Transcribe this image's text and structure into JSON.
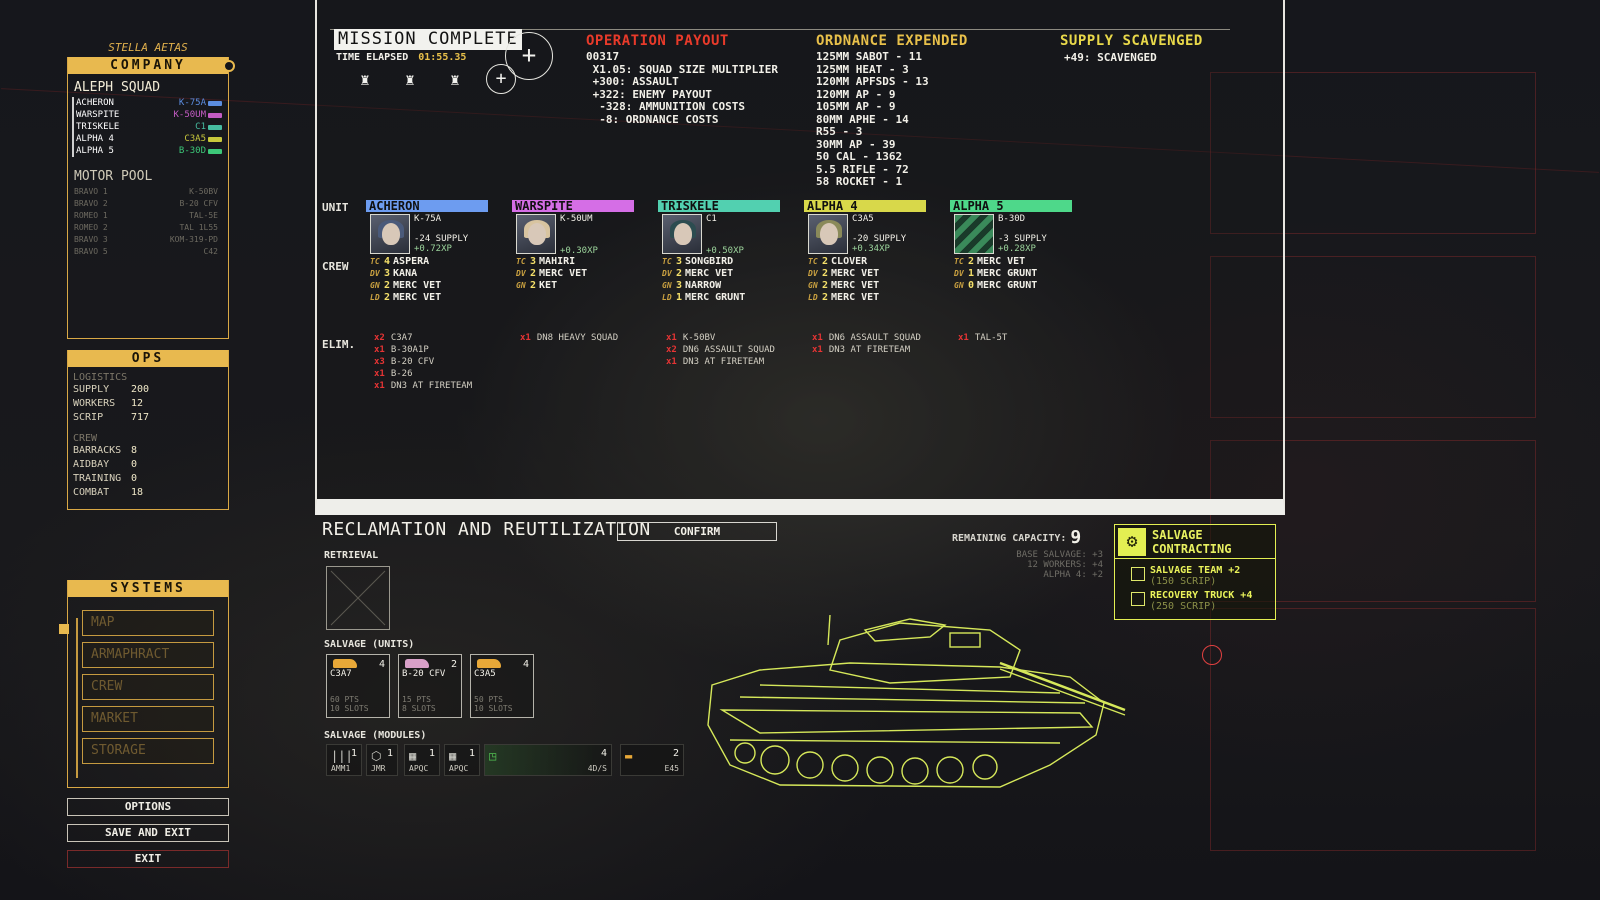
{
  "left": {
    "stella": "STELLA AETAS",
    "company": {
      "header": "COMPANY",
      "squad_title": "ALEPH SQUAD",
      "squad": [
        {
          "name": "ACHERON",
          "code": "K-75A",
          "color": "#5b8de0"
        },
        {
          "name": "WARSPITE",
          "code": "K-50UM",
          "color": "#c45cc4"
        },
        {
          "name": "TRISKELE",
          "code": "C1",
          "color": "#46bca0"
        },
        {
          "name": "ALPHA 4",
          "code": "C3A5",
          "color": "#c8c83c"
        },
        {
          "name": "ALPHA 5",
          "code": "B-30D",
          "color": "#3cc878"
        }
      ],
      "motor_pool_title": "MOTOR POOL",
      "motor_pool": [
        {
          "name": "BRAVO 1",
          "code": "K-50BV"
        },
        {
          "name": "BRAVO 2",
          "code": "B-20 CFV"
        },
        {
          "name": "ROMEO 1",
          "code": "TAL-5E"
        },
        {
          "name": "ROMEO 2",
          "code": "TAL 1L55"
        },
        {
          "name": "BRAVO 3",
          "code": "KOM-319-PD"
        },
        {
          "name": "BRAVO 5",
          "code": "C42"
        }
      ]
    },
    "ops": {
      "header": "OPS",
      "logistics_label": "LOGISTICS",
      "logistics": [
        {
          "k": "SUPPLY",
          "v": "200"
        },
        {
          "k": "WORKERS",
          "v": "12"
        },
        {
          "k": "SCRIP",
          "v": "717"
        }
      ],
      "crew_label": "CREW",
      "crew": [
        {
          "k": "BARRACKS",
          "v": "8"
        },
        {
          "k": "AIDBAY",
          "v": "0"
        },
        {
          "k": "TRAINING",
          "v": "0"
        },
        {
          "k": "COMBAT",
          "v": "18"
        }
      ]
    },
    "systems": {
      "header": "SYSTEMS",
      "buttons": [
        "MAP",
        "ARMAPHRACT",
        "CREW",
        "MARKET",
        "STORAGE"
      ]
    },
    "bottom": {
      "options": "OPTIONS",
      "save_exit": "SAVE AND EXIT",
      "exit": "EXIT"
    }
  },
  "mission": {
    "status": "MISSION COMPLETE",
    "time_label": "TIME ELAPSED",
    "time_value": "01:55.35",
    "payout_title": "OPERATION PAYOUT",
    "payout_lines": [
      "00317",
      " X1.05: SQUAD SIZE MULTIPLIER",
      " +300: ASSAULT",
      " +322: ENEMY PAYOUT",
      "  -328: AMMUNITION COSTS",
      "  -8: ORDNANCE COSTS"
    ],
    "ordnance_title": "ORDNANCE EXPENDED",
    "ordnance_lines": [
      "125MM SABOT - 11",
      "125MM HEAT - 3",
      "120MM APFSDS - 13",
      "120MM AP - 9",
      "105MM AP - 9",
      "80MM APHE - 14",
      "R55 - 3",
      "30MM AP - 39",
      "50 CAL - 1362",
      "5.5 RIFLE - 72",
      "58 ROCKET - 1"
    ],
    "scavenged_title": "SUPPLY SCAVENGED",
    "scavenged_line": "+49: SCAVENGED",
    "row_labels": {
      "unit": "UNIT",
      "crew": "CREW",
      "elim": "ELIM."
    },
    "units": [
      {
        "name": "ACHERON",
        "vehicle": "K-75A",
        "color": "#6d9cf0",
        "supply": "-24 SUPPLY",
        "xp": "+0.72XP",
        "hair": "#4a5a7a",
        "crew": [
          {
            "r": "TC",
            "n": "4",
            "name": "ASPERA"
          },
          {
            "r": "DV",
            "n": "3",
            "name": "KANA"
          },
          {
            "r": "GN",
            "n": "2",
            "name": "MERC VET"
          },
          {
            "r": "LD",
            "n": "2",
            "name": "MERC VET"
          }
        ],
        "elims": [
          {
            "n": "x2",
            "t": "C3A7"
          },
          {
            "n": "x1",
            "t": "B-30A1P"
          },
          {
            "n": "x3",
            "t": "B-20 CFV"
          },
          {
            "n": "x1",
            "t": "B-26"
          },
          {
            "n": "x1",
            "t": "DN3 AT FIRETEAM"
          }
        ]
      },
      {
        "name": "WARSPITE",
        "vehicle": "K-50UM",
        "color": "#d56ee6",
        "supply": "",
        "xp": "+0.30XP",
        "hair": "#d8c4a0",
        "crew": [
          {
            "r": "TC",
            "n": "3",
            "name": "MAHIRI"
          },
          {
            "r": "DV",
            "n": "2",
            "name": "MERC VET"
          },
          {
            "r": "GN",
            "n": "2",
            "name": "KET"
          }
        ],
        "elims": [
          {
            "n": "x1",
            "t": "DN8 HEAVY SQUAD"
          }
        ]
      },
      {
        "name": "TRISKELE",
        "vehicle": "C1",
        "color": "#52d0b0",
        "supply": "",
        "xp": "+0.50XP",
        "hair": "#2c4c50",
        "crew": [
          {
            "r": "TC",
            "n": "3",
            "name": "SONGBIRD"
          },
          {
            "r": "DV",
            "n": "2",
            "name": "MERC VET"
          },
          {
            "r": "GN",
            "n": "3",
            "name": "NARROW"
          },
          {
            "r": "LD",
            "n": "1",
            "name": "MERC GRUNT"
          }
        ],
        "elims": [
          {
            "n": "x1",
            "t": "K-50BV"
          },
          {
            "n": "x2",
            "t": "DN6 ASSAULT SQUAD"
          },
          {
            "n": "x1",
            "t": "DN3 AT FIRETEAM"
          }
        ]
      },
      {
        "name": "ALPHA 4",
        "vehicle": "C3A5",
        "color": "#d8d84a",
        "supply": "-20 SUPPLY",
        "xp": "+0.34XP",
        "hair": "#8a8a5a",
        "crew": [
          {
            "r": "TC",
            "n": "2",
            "name": "CLOVER"
          },
          {
            "r": "DV",
            "n": "2",
            "name": "MERC VET"
          },
          {
            "r": "GN",
            "n": "2",
            "name": "MERC VET"
          },
          {
            "r": "LD",
            "n": "2",
            "name": "MERC VET"
          }
        ],
        "elims": [
          {
            "n": "x1",
            "t": "DN6 ASSAULT SQUAD"
          },
          {
            "n": "x1",
            "t": "DN3 AT FIRETEAM"
          }
        ]
      },
      {
        "name": "ALPHA 5",
        "vehicle": "B-30D",
        "color": "#4ed88a",
        "supply": "-3 SUPPLY",
        "xp": "+0.28XP",
        "hair": "",
        "crew": [
          {
            "r": "TC",
            "n": "2",
            "name": "MERC VET"
          },
          {
            "r": "DV",
            "n": "1",
            "name": "MERC GRUNT"
          },
          {
            "r": "GN",
            "n": "0",
            "name": "MERC GRUNT"
          }
        ],
        "elims": [
          {
            "n": "x1",
            "t": "TAL-5T"
          }
        ]
      }
    ]
  },
  "reclamation": {
    "title": "RECLAMATION AND REUTILIZATION",
    "confirm": "CONFIRM",
    "retrieval": "RETRIEVAL",
    "salvage_units_label": "SALVAGE (UNITS)",
    "salvage_units": [
      {
        "name": "C3A7",
        "count": "4",
        "pts": "60 PTS",
        "slots": "10 SLOTS",
        "color": "#e8a838"
      },
      {
        "name": "B-20 CFV",
        "count": "2",
        "pts": "15 PTS",
        "slots": "8 SLOTS",
        "color": "#d8a0c8"
      },
      {
        "name": "C3A5",
        "count": "4",
        "pts": "50 PTS",
        "slots": "10 SLOTS",
        "color": "#e8a838"
      }
    ],
    "salvage_modules_label": "SALVAGE (MODULES)",
    "modules": [
      {
        "icon": "|||",
        "q": "1",
        "l": "AMM1"
      },
      {
        "icon": "⬡",
        "q": "1",
        "l": "JMR"
      },
      {
        "icon": "▦",
        "q": "1",
        "l": "APQC"
      },
      {
        "icon": "▦",
        "q": "1",
        "l": "APQC"
      },
      {
        "icon": "◳",
        "q": "4",
        "l": "4D/S"
      },
      {
        "icon": "▬",
        "q": "2",
        "l": "E45"
      }
    ],
    "remaining_label": "REMAINING CAPACITY:",
    "remaining_value": "9",
    "base_lines": [
      "BASE SALVAGE: +3",
      "12 WORKERS: +4",
      "ALPHA 4: +2"
    ],
    "contracting": {
      "title1": "SALVAGE",
      "title2": "CONTRACTING",
      "opt1": "SALVAGE TEAM +2",
      "opt1_cost": "(150 SCRIP)",
      "opt2": "RECOVERY TRUCK +4",
      "opt2_cost": "(250 SCRIP)"
    }
  }
}
